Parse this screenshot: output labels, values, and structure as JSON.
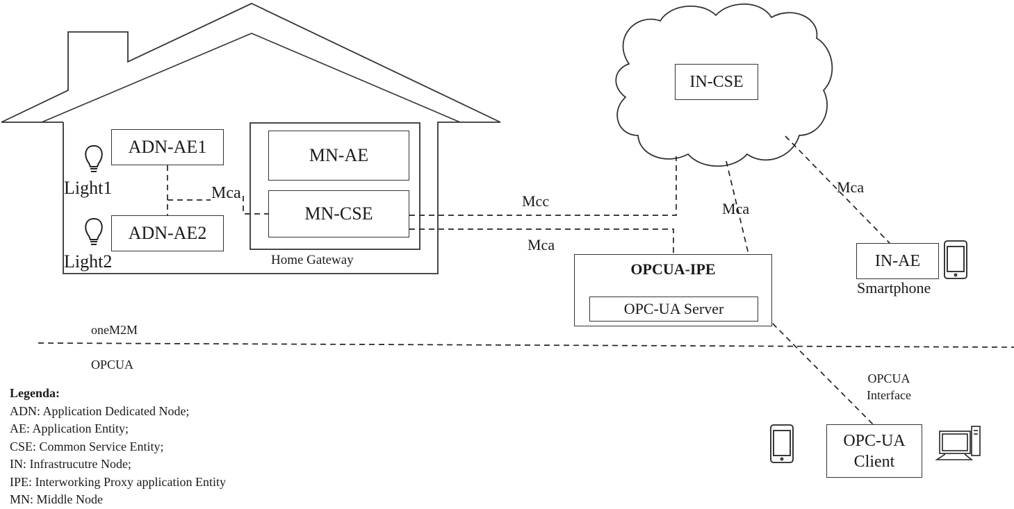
{
  "home": {
    "adn_ae1": "ADN-AE1",
    "adn_ae2": "ADN-AE2",
    "light1": "Light1",
    "light2": "Light2",
    "mca_local": "Mca",
    "mn_ae": "MN-AE",
    "mn_cse": "MN-CSE",
    "gateway_label": "Home Gateway"
  },
  "cloud": {
    "in_cse": "IN-CSE"
  },
  "links": {
    "mcc": "Mcc",
    "mca_gateway_ipe": "Mca",
    "mca_cloud_ipe": "Mca",
    "mca_cloud_phone": "Mca",
    "opcua_interface": "OPCUA Interface"
  },
  "ipe": {
    "title": "OPCUA-IPE",
    "server": "OPC-UA Server"
  },
  "smartphone": {
    "in_ae": "IN-AE",
    "label": "Smartphone"
  },
  "domains": {
    "upper": "oneM2M",
    "lower": "OPCUA"
  },
  "client": {
    "label": "OPC-UA Client"
  },
  "legend": {
    "title": "Legenda:",
    "items": [
      "ADN: Application Dedicated Node;",
      "AE: Application Entity;",
      "CSE: Common Service Entity;",
      "IN: Infrastrucutre Node;",
      "IPE: Interworking Proxy application Entity",
      "MN: Middle Node"
    ]
  },
  "icons": [
    "house-outline",
    "lightbulb-icon",
    "cloud-shape",
    "smartphone-icon",
    "desktop-computer-icon"
  ],
  "colors": {
    "stroke": "#333333",
    "text": "#1a1a1a",
    "background": "#ffffff"
  }
}
